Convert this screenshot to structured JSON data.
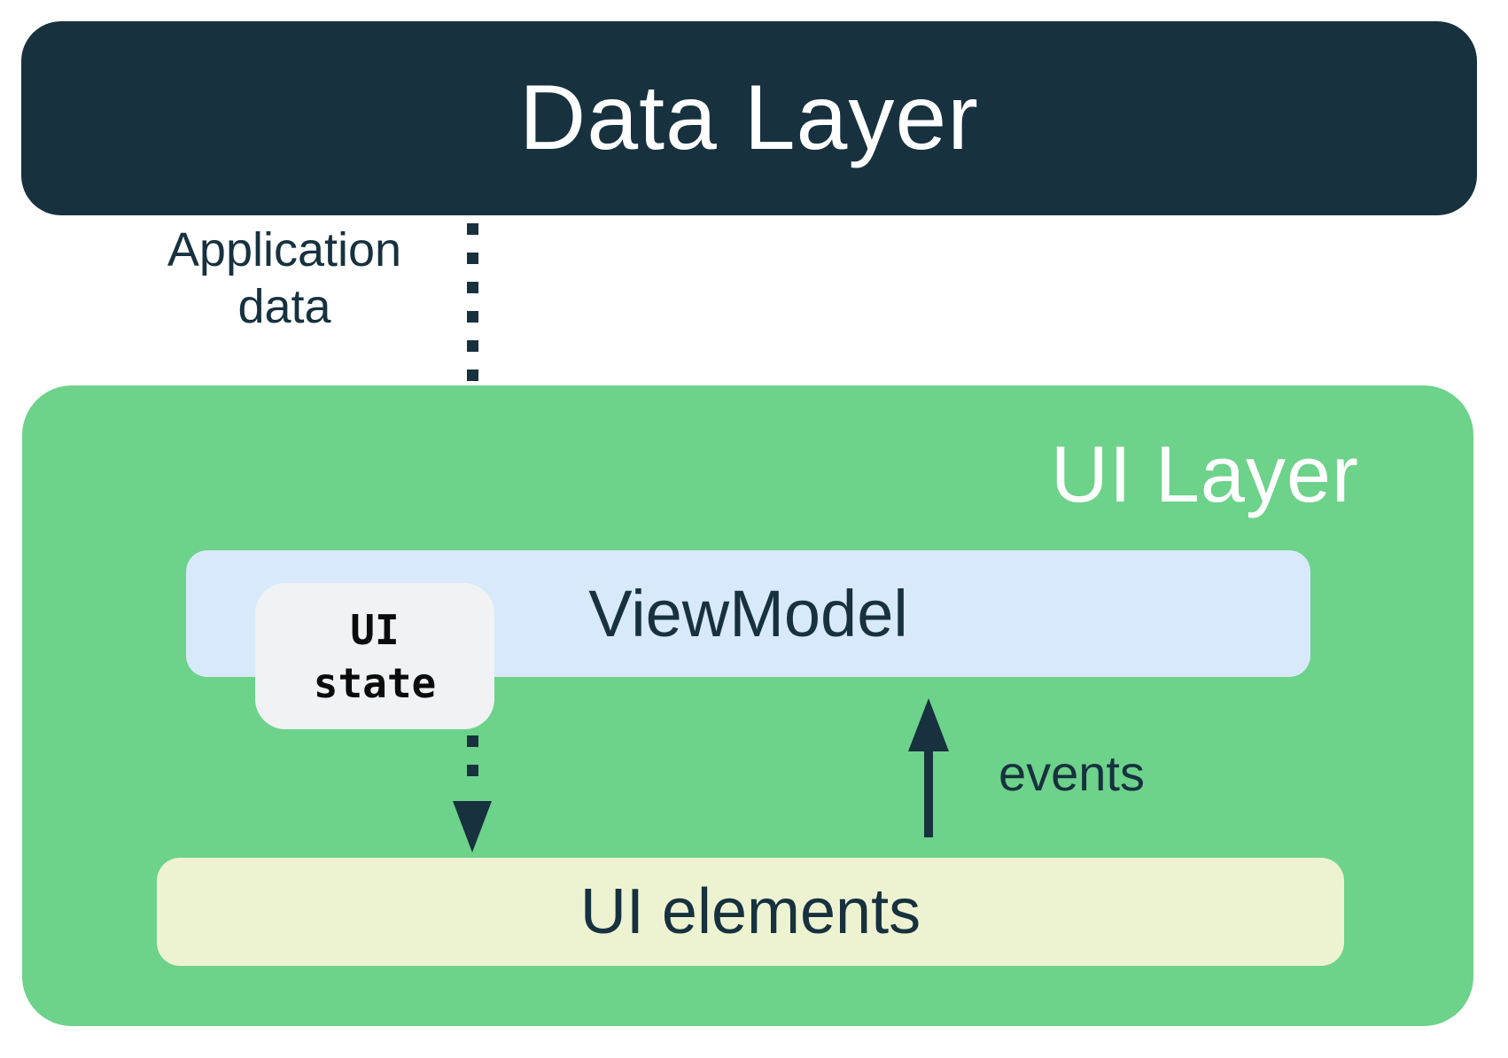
{
  "diagram": {
    "data_layer_label": "Data Layer",
    "ui_layer_label": "UI Layer",
    "viewmodel_label": "ViewModel",
    "ui_state_line1": "UI",
    "ui_state_line2": "state",
    "ui_elements_label": "UI elements",
    "application_data_line1": "Application",
    "application_data_line2": "data",
    "events_label": "events",
    "colors": {
      "navy": "#17313F",
      "green": "#6DD28A",
      "light_blue": "#D8E9FB",
      "pale_yellow": "#EDF3D0",
      "light_gray": "#F0F2F3",
      "white": "#FFFFFF",
      "mono_text": "#0B0B0B"
    }
  }
}
